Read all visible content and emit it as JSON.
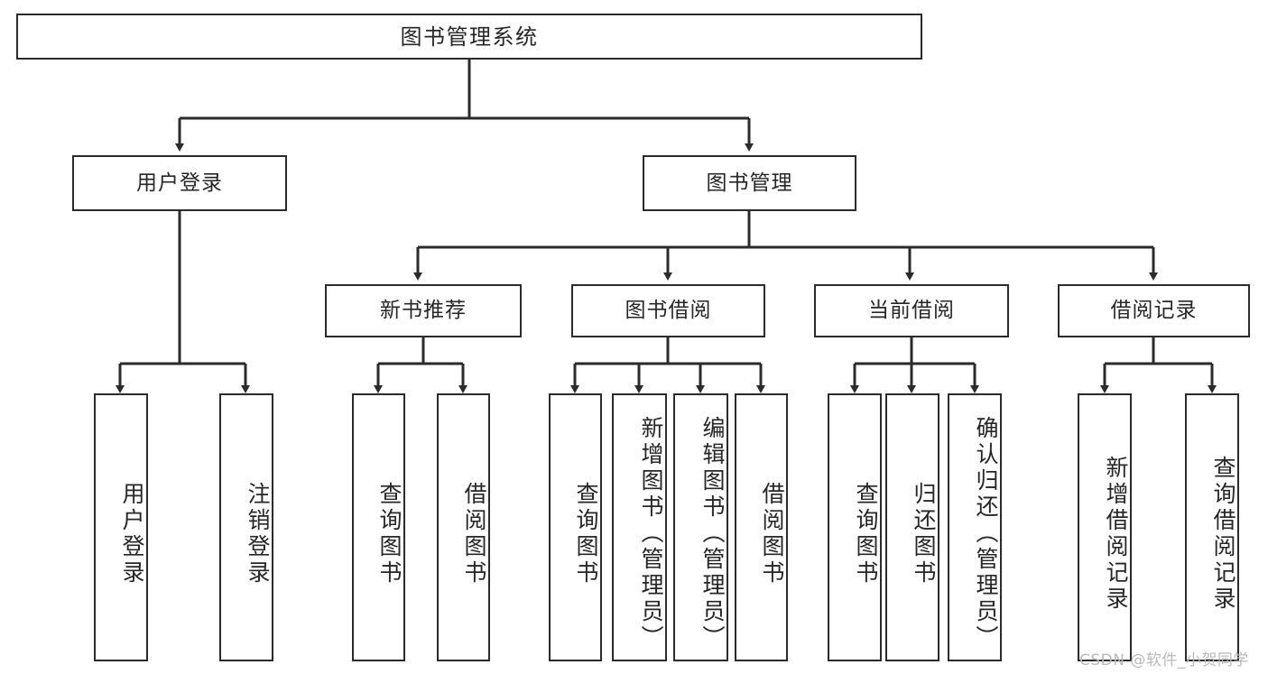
{
  "diagram": {
    "title": "图书管理系统",
    "type": "tree-hierarchy-chart",
    "watermark": "CSDN @软件_小贺同学",
    "colors": {
      "box_border": "#2b2b2b",
      "box_fill": "#ffffff",
      "line": "#2b2b2b",
      "text": "#262626",
      "watermark": "#b9b9b9",
      "background": "#ffffff"
    },
    "root": {
      "label": "图书管理系统"
    },
    "level2": [
      {
        "label": "用户登录"
      },
      {
        "label": "图书管理"
      }
    ],
    "level3": [
      {
        "label": "新书推荐"
      },
      {
        "label": "图书借阅"
      },
      {
        "label": "当前借阅"
      },
      {
        "label": "借阅记录"
      }
    ],
    "leaves": {
      "user_login": [
        {
          "label": "用户登录"
        },
        {
          "label": "注销登录"
        }
      ],
      "new_book_recommend": [
        {
          "label": "查询图书"
        },
        {
          "label": "借阅图书"
        }
      ],
      "book_borrow": [
        {
          "label": "查询图书"
        },
        {
          "label": "新增图书（管理员）"
        },
        {
          "label": "编辑图书（管理员）"
        },
        {
          "label": "借阅图书"
        }
      ],
      "current_borrow": [
        {
          "label": "查询图书"
        },
        {
          "label": "归还图书"
        },
        {
          "label": "确认归还（管理员）"
        }
      ],
      "borrow_record": [
        {
          "label": "新增借阅记录"
        },
        {
          "label": "查询借阅记录"
        }
      ]
    }
  }
}
